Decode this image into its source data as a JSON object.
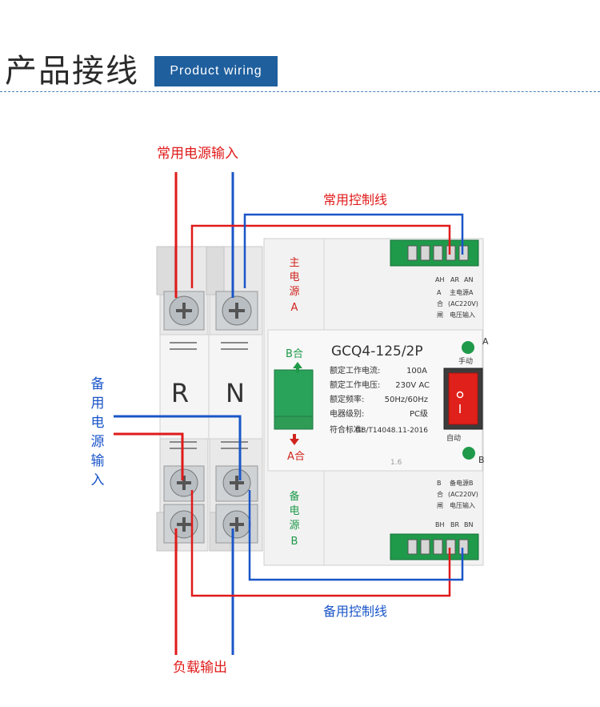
{
  "header": {
    "title": "产品接线",
    "badge": "Product wiring"
  },
  "labels": {
    "main_power_input": "常用电源输入",
    "main_control_line": "常用控制线",
    "backup_power_input_chars": [
      "备",
      "用",
      "电",
      "源",
      "输",
      "入"
    ],
    "backup_control_line": "备用控制线",
    "load_output": "负载输出"
  },
  "device": {
    "terminal_r": "R",
    "terminal_n": "N",
    "main_source_chars": [
      "主",
      "电",
      "源",
      "A"
    ],
    "backup_source_chars": [
      "备",
      "电",
      "源",
      "B"
    ],
    "b_close": "B合",
    "a_close": "A合",
    "model": "GCQ4-125/2P",
    "specs": [
      {
        "label": "额定工作电流:",
        "value": "100A"
      },
      {
        "label": "额定工作电压:",
        "value": "230V AC"
      },
      {
        "label": "额定频率:",
        "value": "50Hz/60Hz"
      },
      {
        "label": "电器级别:",
        "value": "PC级"
      },
      {
        "label": "符合标准:",
        "value": "GB/T14048.11-2016"
      }
    ],
    "indicator_a": "A",
    "indicator_b": "B",
    "manual": "手动",
    "auto": "自动",
    "switch_mark": "I\nO",
    "top_terminals": [
      "AH",
      "AR",
      "AN"
    ],
    "top_info": [
      "A",
      "合",
      "闸"
    ],
    "top_info_right": [
      "主电源A",
      "(AC220V)",
      "电压输入"
    ],
    "bottom_terminals": [
      "BH",
      "BR",
      "BN"
    ],
    "bottom_info": [
      "B",
      "合",
      "闸"
    ],
    "bottom_info_right": [
      "备电源B",
      "(AC220V)",
      "电压输入"
    ],
    "serial_stamp": "1.6"
  },
  "colors": {
    "red_wire": "#e01a1a",
    "blue_wire": "#1a55c8",
    "badge": "#1f5f9e",
    "terminal_green": "#1f9a4a",
    "switch_red": "#e0201a",
    "body_gray": "#ececec"
  }
}
